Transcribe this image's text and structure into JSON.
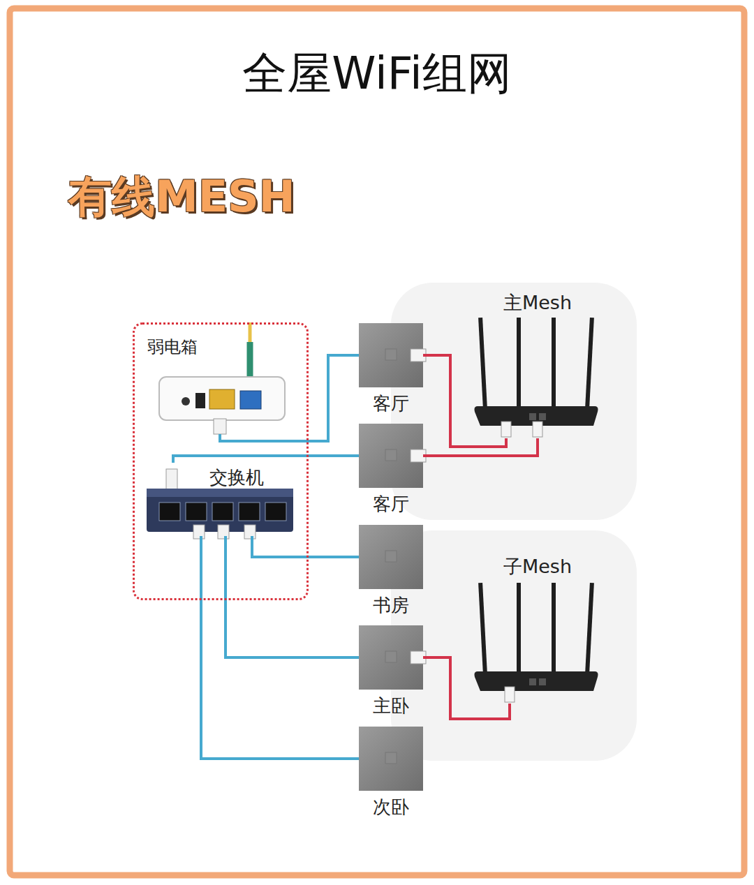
{
  "diagram": {
    "title": "全屋WiFi组网",
    "nodes": [
      {
        "text": [
          "弱电箱"
        ]
      },
      {
        "text": [
          "交换机"
        ],
        "in": 0
      },
      {
        "text": [
          "客厅"
        ]
      },
      {
        "text": [
          "客厅"
        ]
      },
      {
        "text": [
          "书房"
        ]
      },
      {
        "text": [
          "主卧"
        ]
      },
      {
        "text": [
          "次卧"
        ]
      },
      {
        "text": [
          "主Mesh"
        ]
      },
      {
        "text": [
          "子Mesh"
        ]
      }
    ],
    "edges": [
      {
        "from": 1,
        "to": 3,
        "arrow": "none"
      },
      {
        "from": 1,
        "to": 4,
        "arrow": "none"
      },
      {
        "from": 1,
        "to": 5,
        "arrow": "none"
      },
      {
        "from": 1,
        "to": 6,
        "arrow": "none"
      },
      {
        "from": 2,
        "to": 7,
        "arrow": "none"
      },
      {
        "from": 3,
        "to": 7,
        "arrow": "none"
      },
      {
        "from": 5,
        "to": 8,
        "arrow": "none"
      }
    ],
    "labels": [
      "有线MESH"
    ]
  }
}
